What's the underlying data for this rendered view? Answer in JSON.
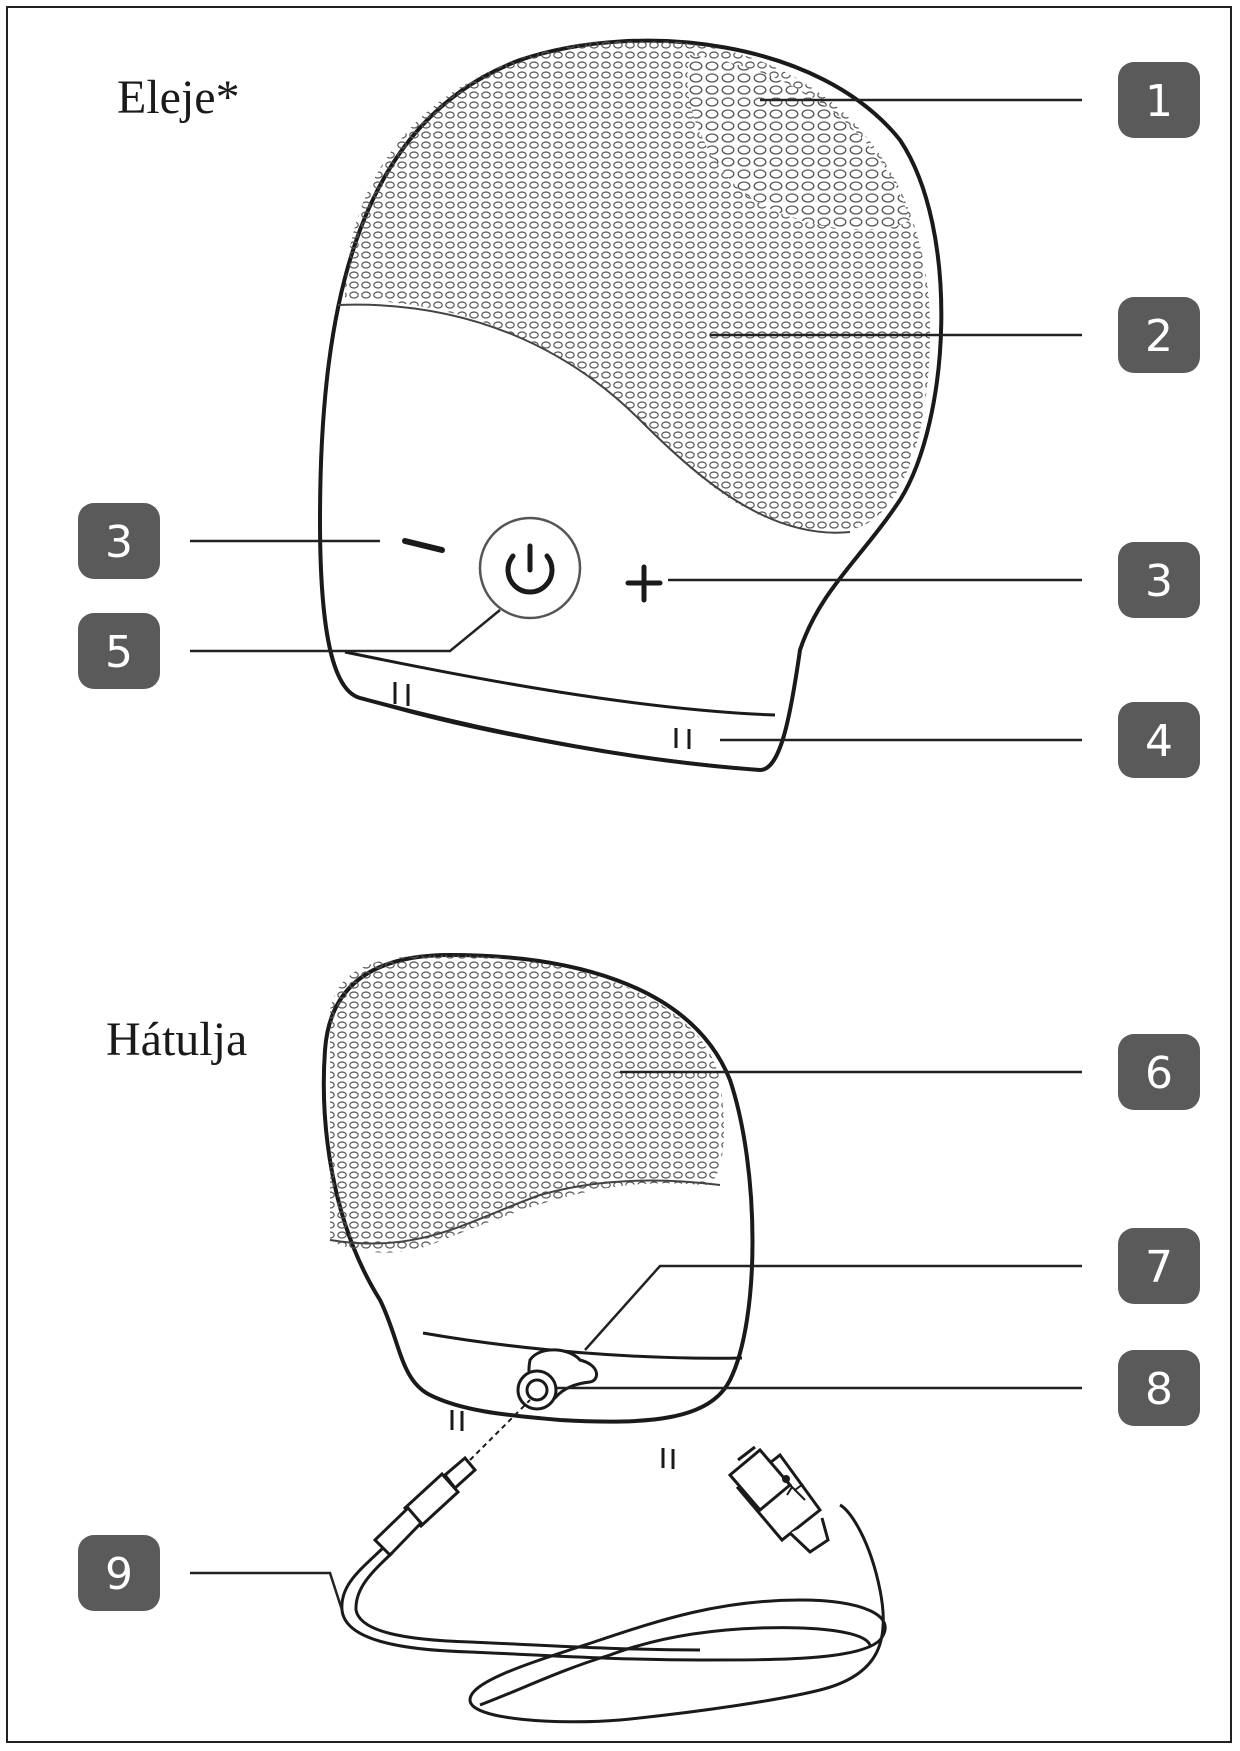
{
  "sections": {
    "front_title": "Eleje*",
    "back_title": "Hátulja"
  },
  "callouts": [
    {
      "id": "c1",
      "number": "1"
    },
    {
      "id": "c2",
      "number": "2"
    },
    {
      "id": "c3a",
      "number": "3"
    },
    {
      "id": "c3b",
      "number": "3"
    },
    {
      "id": "c4",
      "number": "4"
    },
    {
      "id": "c5",
      "number": "5"
    },
    {
      "id": "c6",
      "number": "6"
    },
    {
      "id": "c7",
      "number": "7"
    },
    {
      "id": "c8",
      "number": "8"
    },
    {
      "id": "c9",
      "number": "9"
    }
  ],
  "colors": {
    "badge": "#5a5a5a",
    "line": "#222222"
  }
}
